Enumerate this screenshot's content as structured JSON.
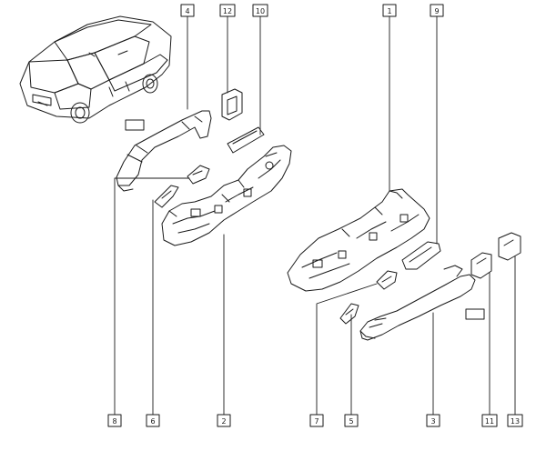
{
  "callouts": [
    {
      "id": "c4",
      "label": "4"
    },
    {
      "id": "c12",
      "label": "12"
    },
    {
      "id": "c10",
      "label": "10"
    },
    {
      "id": "c1",
      "label": "1"
    },
    {
      "id": "c9",
      "label": "9"
    },
    {
      "id": "c8",
      "label": "8"
    },
    {
      "id": "c6",
      "label": "6"
    },
    {
      "id": "c2",
      "label": "2"
    },
    {
      "id": "c7",
      "label": "7"
    },
    {
      "id": "c5",
      "label": "5"
    },
    {
      "id": "c3",
      "label": "3"
    },
    {
      "id": "c11",
      "label": "11"
    },
    {
      "id": "c13",
      "label": "13"
    }
  ],
  "colors": {
    "line": "#1a1a1a",
    "fill": "#ffffff"
  }
}
